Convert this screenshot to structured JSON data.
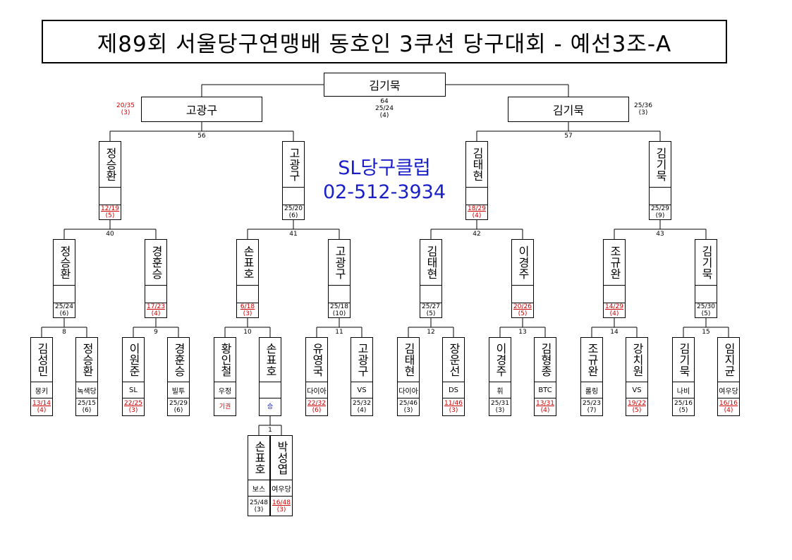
{
  "title": "제89회 서울당구연맹배 동호인 3쿠션 당구대회 - 예선3조-A",
  "club": {
    "name": "SL당구클럽",
    "phone": "02-512-3934"
  },
  "winner": {
    "name": "김기묵",
    "score": "64",
    "line2": "25/24",
    "line3": "(4)"
  },
  "semis": [
    {
      "name": "고광구",
      "score": "20/35",
      "inn": "(3)",
      "red": true,
      "match": "56"
    },
    {
      "name": "김기묵",
      "score": "25/36",
      "inn": "(3)",
      "red": false,
      "match": "57"
    }
  ],
  "quarters": [
    {
      "name": "정승환",
      "score": "12/19",
      "inn": "(5)",
      "red": true,
      "match": "40"
    },
    {
      "name": "고광구",
      "score": "25/20",
      "inn": "(6)",
      "red": false,
      "match": "41"
    },
    {
      "name": "김태현",
      "score": "18/29",
      "inn": "(4)",
      "red": true,
      "match": "42"
    },
    {
      "name": "김기묵",
      "score": "25/29",
      "inn": "(9)",
      "red": false,
      "match": "43"
    }
  ],
  "round16": [
    {
      "name": "정승환",
      "score": "25/24",
      "inn": "(6)",
      "red": false,
      "match": "8"
    },
    {
      "name": "경훈승",
      "score": "17/23",
      "inn": "(4)",
      "red": true,
      "match": "9"
    },
    {
      "name": "손표호",
      "score": "6/18",
      "inn": "(3)",
      "red": true,
      "match": "10"
    },
    {
      "name": "고광구",
      "score": "25/18",
      "inn": "(10)",
      "red": false,
      "match": "11"
    },
    {
      "name": "김태현",
      "score": "25/27",
      "inn": "(5)",
      "red": false,
      "match": "12"
    },
    {
      "name": "이경주",
      "score": "20/26",
      "inn": "(5)",
      "red": true,
      "match": "13"
    },
    {
      "name": "조규완",
      "score": "14/29",
      "inn": "(4)",
      "red": true,
      "match": "14"
    },
    {
      "name": "김기묵",
      "score": "25/30",
      "inn": "(5)",
      "red": false,
      "match": "15"
    }
  ],
  "round32": [
    {
      "name": "김성민",
      "club": "몽키",
      "score": "13/14",
      "inn": "(4)",
      "red": true
    },
    {
      "name": "정승환",
      "club": "녹색당",
      "score": "25/15",
      "inn": "(6)",
      "red": false
    },
    {
      "name": "이원준",
      "club": "SL",
      "score": "22/25",
      "inn": "(3)",
      "red": true
    },
    {
      "name": "경훈승",
      "club": "빌투",
      "score": "25/29",
      "inn": "(6)",
      "red": false
    },
    {
      "name": "황인철",
      "club": "우정",
      "score": "기권",
      "inn": "",
      "red": true
    },
    {
      "name": "손표호",
      "club": "",
      "score": "승",
      "inn": "",
      "red": false,
      "blue": true
    },
    {
      "name": "유영국",
      "club": "다이아",
      "score": "22/32",
      "inn": "(6)",
      "red": true
    },
    {
      "name": "고광구",
      "club": "VS",
      "score": "25/32",
      "inn": "(4)",
      "red": false
    },
    {
      "name": "김태현",
      "club": "다이아",
      "score": "25/46",
      "inn": "(3)",
      "red": false
    },
    {
      "name": "장운선",
      "club": "DS",
      "score": "11/46",
      "inn": "(3)",
      "red": true
    },
    {
      "name": "이경주",
      "club": "휘",
      "score": "25/31",
      "inn": "(3)",
      "red": false
    },
    {
      "name": "김형종",
      "club": "BTC",
      "score": "13/31",
      "inn": "(4)",
      "red": true
    },
    {
      "name": "조규완",
      "club": "롤링",
      "score": "25/23",
      "inn": "(7)",
      "red": false
    },
    {
      "name": "강치원",
      "club": "VS",
      "score": "19/22",
      "inn": "(5)",
      "red": true
    },
    {
      "name": "김기묵",
      "club": "나비",
      "score": "25/16",
      "inn": "(5)",
      "red": false
    },
    {
      "name": "임지균",
      "club": "여우당",
      "score": "16/16",
      "inn": "(4)",
      "red": true
    }
  ],
  "prelim": {
    "match": "1",
    "players": [
      {
        "name": "손표호",
        "club": "보스",
        "score": "25/48",
        "inn": "(3)",
        "red": false
      },
      {
        "name": "박성엽",
        "club": "여우당",
        "score": "16/48",
        "inn": "(3)",
        "red": true
      }
    ]
  }
}
